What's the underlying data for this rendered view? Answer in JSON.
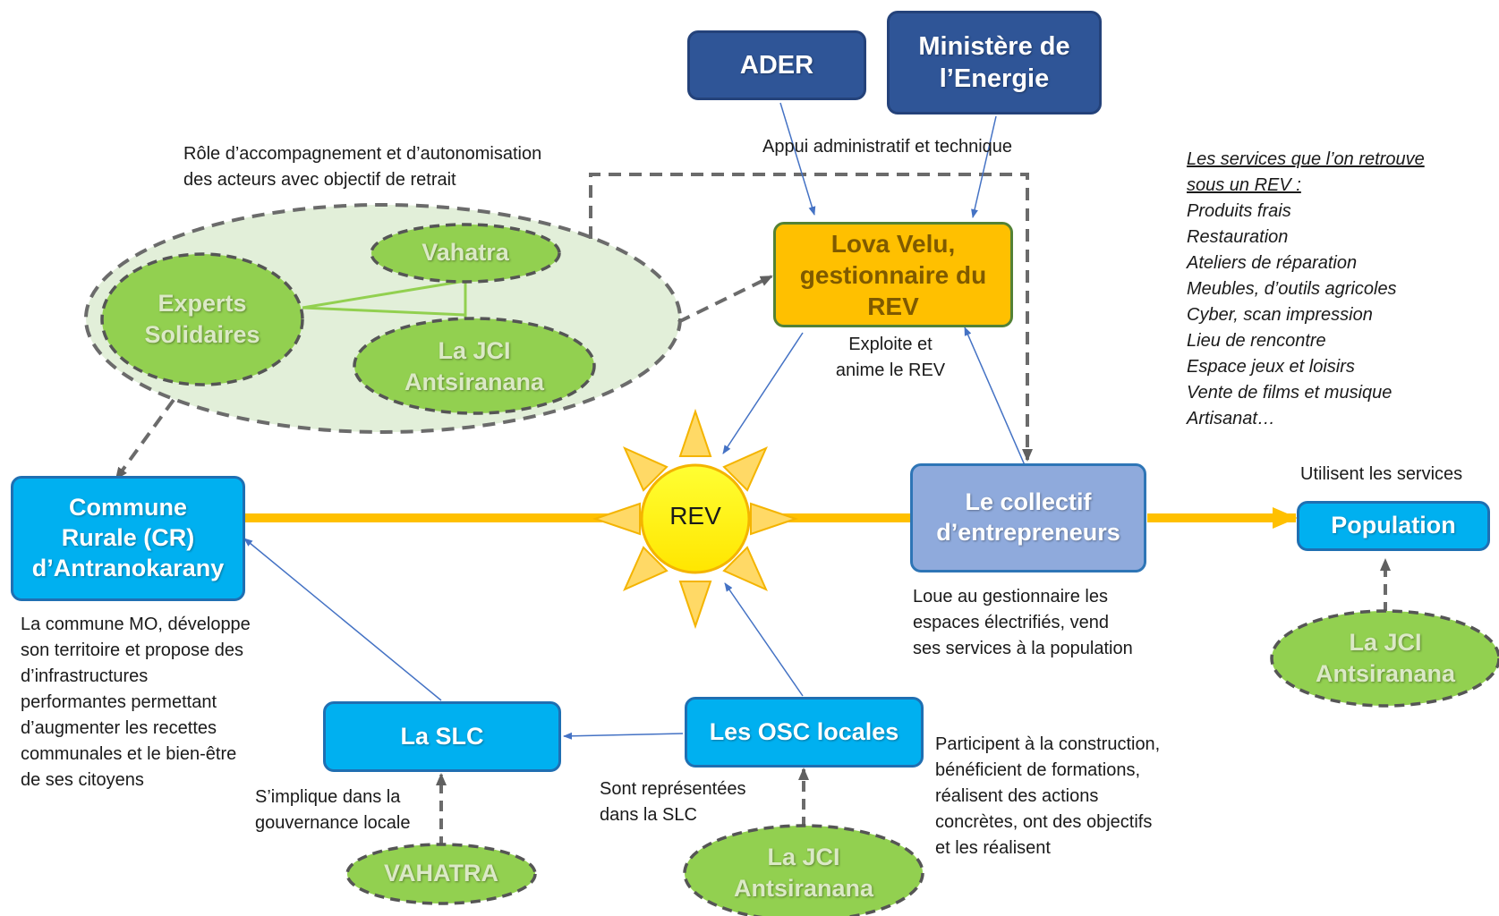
{
  "nodes": {
    "ader": "ADER",
    "ministere": "Ministère de\nl’Energie",
    "lova_velu": "Lova Velu,\ngestionnaire du\nREV",
    "commune": "Commune\nRurale (CR)\nd’Antranokarany",
    "collectif": "Le collectif\nd’entrepreneurs",
    "population": "Population",
    "slc": "La SLC",
    "osc": "Les OSC locales",
    "rev": "REV"
  },
  "ovals": {
    "vahatra_top": "Vahatra",
    "experts": "Experts\nSolidaires",
    "jci_group": "La JCI\nAntsiranana",
    "jci_right": "La JCI\nAntsiranana",
    "jci_bottom": "La JCI\nAntsiranana",
    "vahatra_bottom": "VAHATRA"
  },
  "labels": {
    "role": "Rôle d’accompagnement et d’autonomisation\ndes acteurs avec objectif de retrait",
    "appui": "Appui administratif et technique",
    "exploite": "Exploite et\nanime le REV",
    "utilisent": "Utilisent les services",
    "loue": "Loue au gestionnaire les\nespaces électrifiés, vend\nses services à la population",
    "commune_desc": "La commune MO, développe\nson territoire et propose des\nd’infrastructures\nperformantes permettant\nd’augmenter les recettes\ncommunales et le bien-être\nde ses citoyens",
    "implique": "S’implique dans la\ngouvernance locale",
    "representees": "Sont représentées\ndans la SLC",
    "participent": "Participent à la construction,\nbénéficient de formations,\nréalisent des actions\nconcrètes, ont des objectifs\net les réalisent"
  },
  "services": {
    "title": "Les services que l’on retrouve\nsous un REV :",
    "items": [
      "Produits frais",
      "Restauration",
      "Ateliers de réparation",
      "Meubles, d’outils agricoles",
      "Cyber, scan impression",
      "Lieu de rencontre",
      "Espace jeux et loisirs",
      "Vente de films et musique",
      "Artisanat…"
    ]
  },
  "colors": {
    "navy": "#2f5597",
    "cyan": "#00b0f0",
    "periwinkle": "#8faadc",
    "orange": "#ffc000",
    "oval_green": "#92d050",
    "group_green": "#e2efd9",
    "sun_yellow": "#ffff00",
    "sun_ray": "#ffd966",
    "axis_orange": "#ffc000"
  }
}
